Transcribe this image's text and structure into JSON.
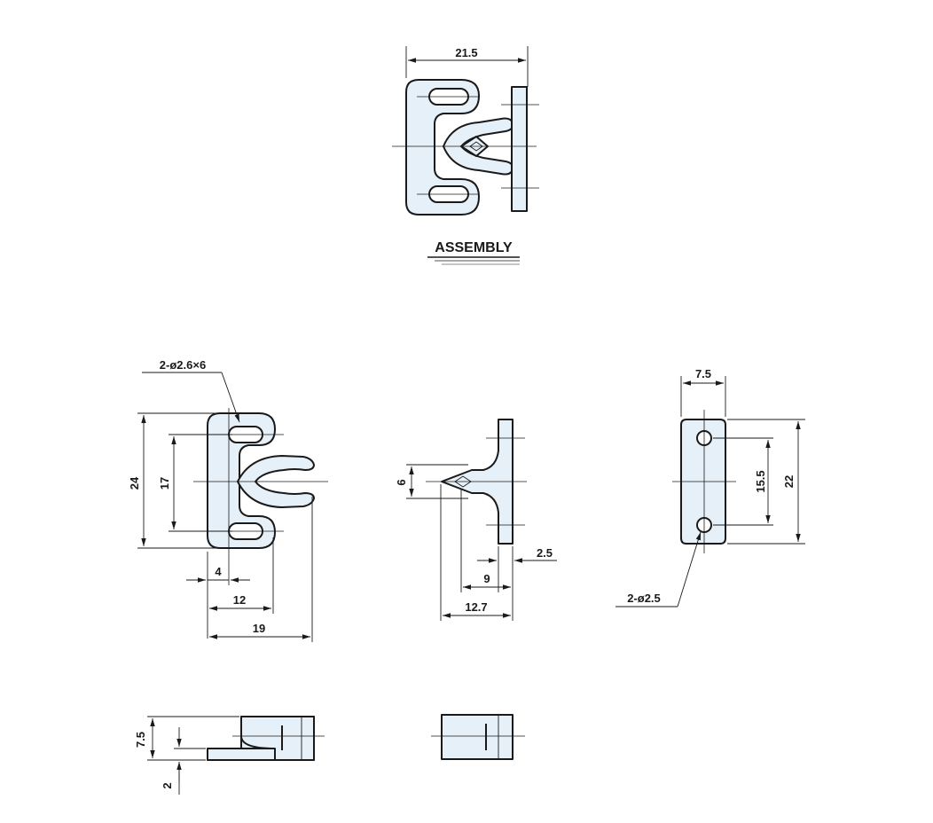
{
  "title": "ASSEMBLY",
  "colors": {
    "part_fill": "#e6f0f8",
    "line": "#1a1a1a",
    "background": "#ffffff"
  },
  "dimensions": {
    "assembly_width": "21.5",
    "slot_holes": "2-ø2.6×6",
    "height_24": "24",
    "height_17": "17",
    "width_4": "4",
    "width_12": "12",
    "width_19": "19",
    "catch_6": "6",
    "catch_2_5": "2.5",
    "catch_9": "9",
    "catch_12_7": "12.7",
    "strike_7_5": "7.5",
    "strike_15_5": "15.5",
    "strike_22": "22",
    "strike_holes": "2-ø2.5",
    "bottom_7_5": "7.5",
    "bottom_2": "2"
  }
}
